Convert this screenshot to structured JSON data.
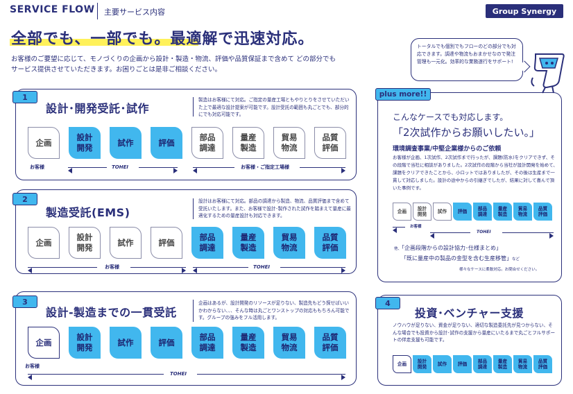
{
  "header": {
    "title": "SERVICE FLOW",
    "subtitle": "主要サービス内容",
    "brand": "Group Synergy"
  },
  "headline": "全部でも、一部でも。最適解で迅速対応。",
  "intro": "お客様のご要望に応じて、モノづくりの企画から設計・製造・物流、評価や品質保証まで含めて どの部分でもサービス提供させていただきます。お困りごとは是非ご相談ください。",
  "bubble": "トータルでも個別でもフローのどの部分でも対応できます。調達や物流もおまかせなので発注管理も一元化。効率的な業務遂行をサポート!",
  "mascot_icon": "mascot-character",
  "colors": {
    "accent": "#41b7ee",
    "navy": "#2a2f7a",
    "highlight": "#fff15a"
  },
  "steps": [
    "企画",
    "設計開発",
    "試作",
    "評価",
    "部品調達",
    "量産製造",
    "貿易物流",
    "品質評価"
  ],
  "step_lines": [
    [
      "企画"
    ],
    [
      "設計",
      "開発"
    ],
    [
      "試作"
    ],
    [
      "評価"
    ],
    [
      "部品",
      "調達"
    ],
    [
      "量産",
      "製造"
    ],
    [
      "貿易",
      "物流"
    ],
    [
      "品質",
      "評価"
    ]
  ],
  "sections": [
    {
      "num": "1",
      "title": "設計･開発受託･試作",
      "desc": "製造はお客様にて対応。ご指定の量産工場ともやりとりをさせていただいた上で最適な設計提案が可能です。設計受託の範囲も丸ごとでも、部分的にでも対応可能です。",
      "active": [
        false,
        true,
        true,
        true,
        false,
        false,
        false,
        false
      ],
      "arrow_customer": "お客様",
      "arrow_tohei": "TOHEI",
      "arrow_factory": "お客様・ご指定工場様"
    },
    {
      "num": "2",
      "title": "製造受託(EMS)",
      "desc": "設計はお客様にて対応。部品の調達から製造、物流、品質評価まで含めて受託いたします。また、お客様で設計･製作された試作を踏まえて量産に最適化するための量産設計も対応できます。",
      "active": [
        false,
        false,
        false,
        false,
        true,
        true,
        true,
        true
      ],
      "arrow_customer": "お客様",
      "arrow_tohei": "TOHEI"
    },
    {
      "num": "3",
      "title": "設計-製造までの一貫受託",
      "desc": "企画はあるが、設計開発のリソースが足りない、製造先もどう探せばいいかわからない、、、そんな時は丸ごとワンストップの対応ももちろん可能です。グループの強みをフル活用します。",
      "active": [
        false,
        true,
        true,
        true,
        true,
        true,
        true,
        true
      ],
      "arrow_customer": "お客様",
      "arrow_tohei": "TOHEI"
    }
  ],
  "plus": {
    "tab": "plus more!!",
    "lead": "こんなケースでも対応します。",
    "quote": "「2次試作からお願いしたい。」",
    "sub": "環境調査事業/中堅企業様からのご依頼",
    "text": "お客様が企画、1次試作、2次試作まで行ったが、課題(防水)をクリアできず、その段階で当社に相談がありました。2次試作の段階から当社が設計開発を始めて、課題をクリアできたことから、小ロットではありましたが、その後は生産まで一貫して対応しました。設計の途中からの引継ぎでしたが、結果に対して喜んで頂いた事例です。",
    "active": [
      false,
      false,
      false,
      true,
      true,
      true,
      true,
      true
    ],
    "arrow_customer": "お客様",
    "arrow_tohei": "TOHEI",
    "other_prefix": "他、",
    "other1": "「企画段階からの設計協力･仕様まとめ」",
    "other2": "「既に量産中の製品の金型を含む生産移管」",
    "other2_suffix": "など",
    "note": "様々なケースに柔軟対応。お問合せください。"
  },
  "section4": {
    "num": "4",
    "title": "投資･ベンチャー支援",
    "desc": "ノウハウが足りない、資金が足りない、適切な製造委託先が見つからない、そんな場合でも投資から設計･試作の支援から量産にいたるまで丸ごとフルサポートの伴走支援も可能です。",
    "active": [
      false,
      true,
      true,
      true,
      true,
      true,
      true,
      true
    ]
  }
}
